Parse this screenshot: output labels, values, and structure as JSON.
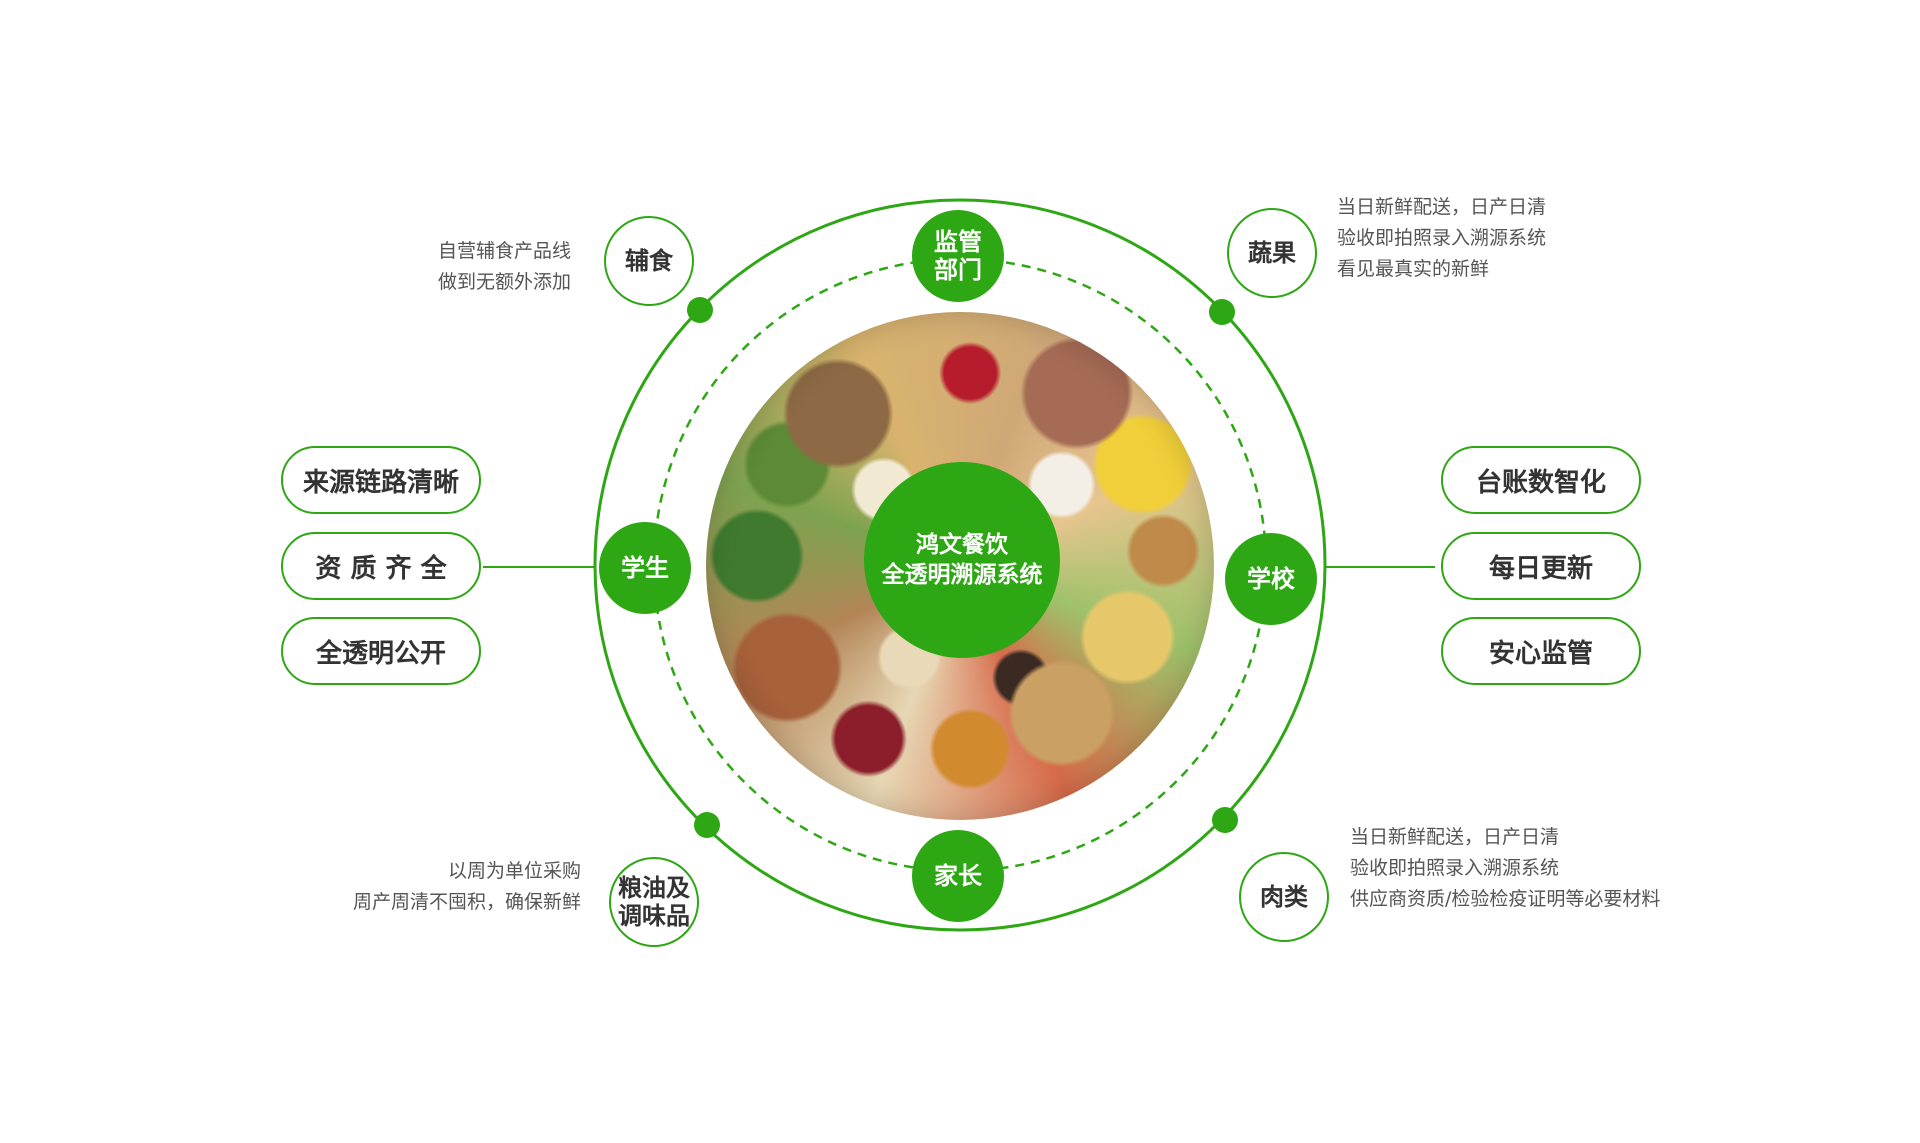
{
  "center": {
    "line1": "鸿文餐饮",
    "line2": "全透明溯源系统"
  },
  "nodes": {
    "top": {
      "line1": "监管",
      "line2": "部门"
    },
    "left": "学生",
    "right": "学校",
    "bottom": "家长"
  },
  "categories": {
    "fuzhi": {
      "label": "辅食",
      "desc": [
        "自营辅食产品线",
        "做到无额外添加"
      ]
    },
    "shuguo": {
      "label": "蔬果",
      "desc": [
        "当日新鲜配送，日产日清",
        "验收即拍照录入溯源系统",
        "看见最真实的新鲜"
      ]
    },
    "liangyou": {
      "line1": "粮油及",
      "line2": "调味品",
      "desc": [
        "以周为单位采购",
        "周产周清不囤积，确保新鲜"
      ]
    },
    "roulei": {
      "label": "肉类",
      "desc": [
        "当日新鲜配送，日产日清",
        "验收即拍照录入溯源系统",
        "供应商资质/检验检疫证明等必要材料"
      ]
    }
  },
  "left_pills": [
    "来源链路清晰",
    "资 质 齐 全",
    "全透明公开"
  ],
  "right_pills": [
    "台账数智化",
    "每日更新",
    "安心监管"
  ],
  "colors": {
    "accent": "#2ea714"
  }
}
